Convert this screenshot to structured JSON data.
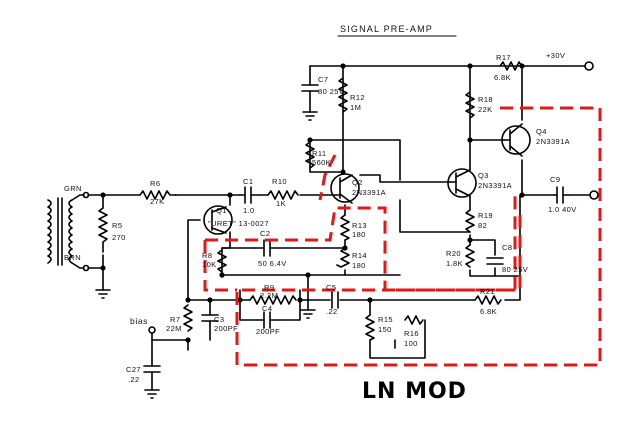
{
  "title": "SIGNAL PRE-AMP",
  "mod_label": "LN MOD",
  "input": {
    "top_label": "GRN",
    "bottom_label": "BRN",
    "bias_label": "bias"
  },
  "supply": "+30V",
  "components": [
    {
      "ref": "R6",
      "value": "27K"
    },
    {
      "ref": "R5",
      "value": "270"
    },
    {
      "ref": "C1",
      "value": "1.0"
    },
    {
      "ref": "R10",
      "value": "1K"
    },
    {
      "ref": "Q1",
      "value": "\"URET\" 13-0027"
    },
    {
      "ref": "C2",
      "value": "50 6.4V"
    },
    {
      "ref": "R8",
      "value": "10K"
    },
    {
      "ref": "R9",
      "value": "2.2M"
    },
    {
      "ref": "C4",
      "value": "200PF"
    },
    {
      "ref": "R7",
      "value": "22M"
    },
    {
      "ref": "C3",
      "value": "200PF"
    },
    {
      "ref": "C27",
      "value": ".22"
    },
    {
      "ref": "C5",
      "value": ".22"
    },
    {
      "ref": "C7",
      "value": "80 25V"
    },
    {
      "ref": "R12",
      "value": "1M"
    },
    {
      "ref": "R11",
      "value": "560K"
    },
    {
      "ref": "Q2",
      "value": "2N3391A"
    },
    {
      "ref": "R13",
      "value": "180"
    },
    {
      "ref": "R14",
      "value": "180"
    },
    {
      "ref": "R15",
      "value": "150"
    },
    {
      "ref": "R16",
      "value": "100"
    },
    {
      "ref": "R17",
      "value": "6.8K"
    },
    {
      "ref": "R18",
      "value": "22K"
    },
    {
      "ref": "Q3",
      "value": "2N3391A"
    },
    {
      "ref": "R19",
      "value": "82"
    },
    {
      "ref": "R20",
      "value": "1.8K"
    },
    {
      "ref": "C8",
      "value": "80 25V"
    },
    {
      "ref": "Q4",
      "value": "2N3391A"
    },
    {
      "ref": "C9",
      "value": "1.0 40V"
    },
    {
      "ref": "R21",
      "value": "6.8K"
    }
  ]
}
